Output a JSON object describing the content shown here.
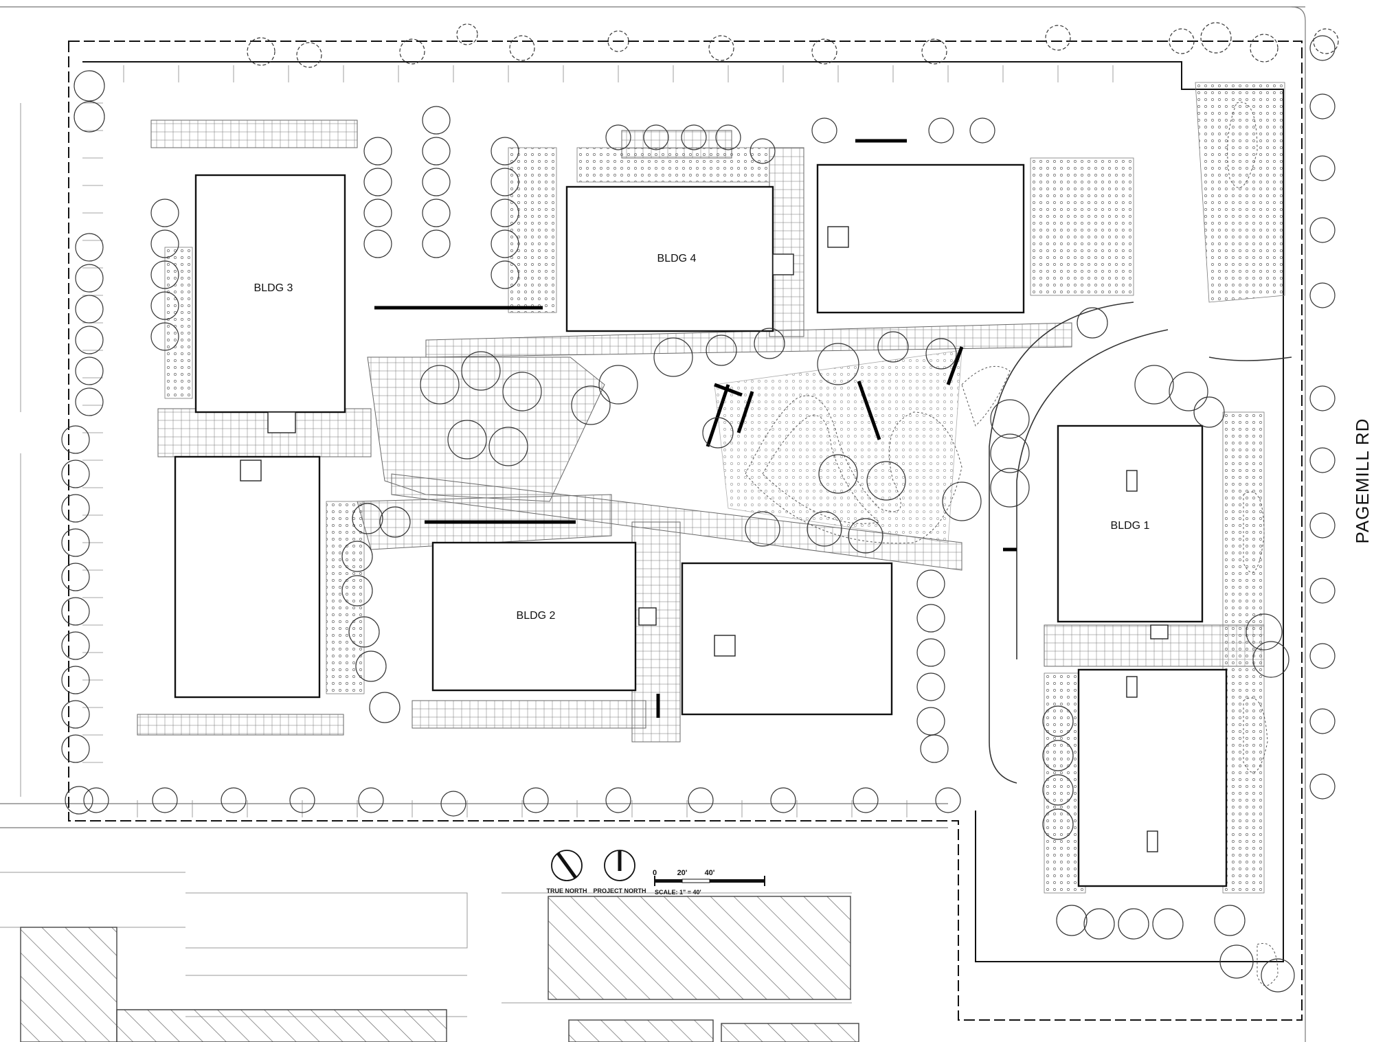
{
  "buildings": [
    {
      "id": "bldg1",
      "label": "BLDG 1"
    },
    {
      "id": "bldg2",
      "label": "BLDG 2"
    },
    {
      "id": "bldg3",
      "label": "BLDG 3"
    },
    {
      "id": "bldg4",
      "label": "BLDG 4"
    }
  ],
  "road": {
    "label": "PAGEMILL RD"
  },
  "legend": {
    "true_north": "TRUE NORTH",
    "project_north": "PROJECT NORTH",
    "scale_ticks": [
      "0",
      "20'",
      "40'"
    ],
    "scale_text": "SCALE: 1\" = 40'"
  },
  "colors": {
    "line": "#222222",
    "hatch": "#555555",
    "background": "#ffffff"
  }
}
